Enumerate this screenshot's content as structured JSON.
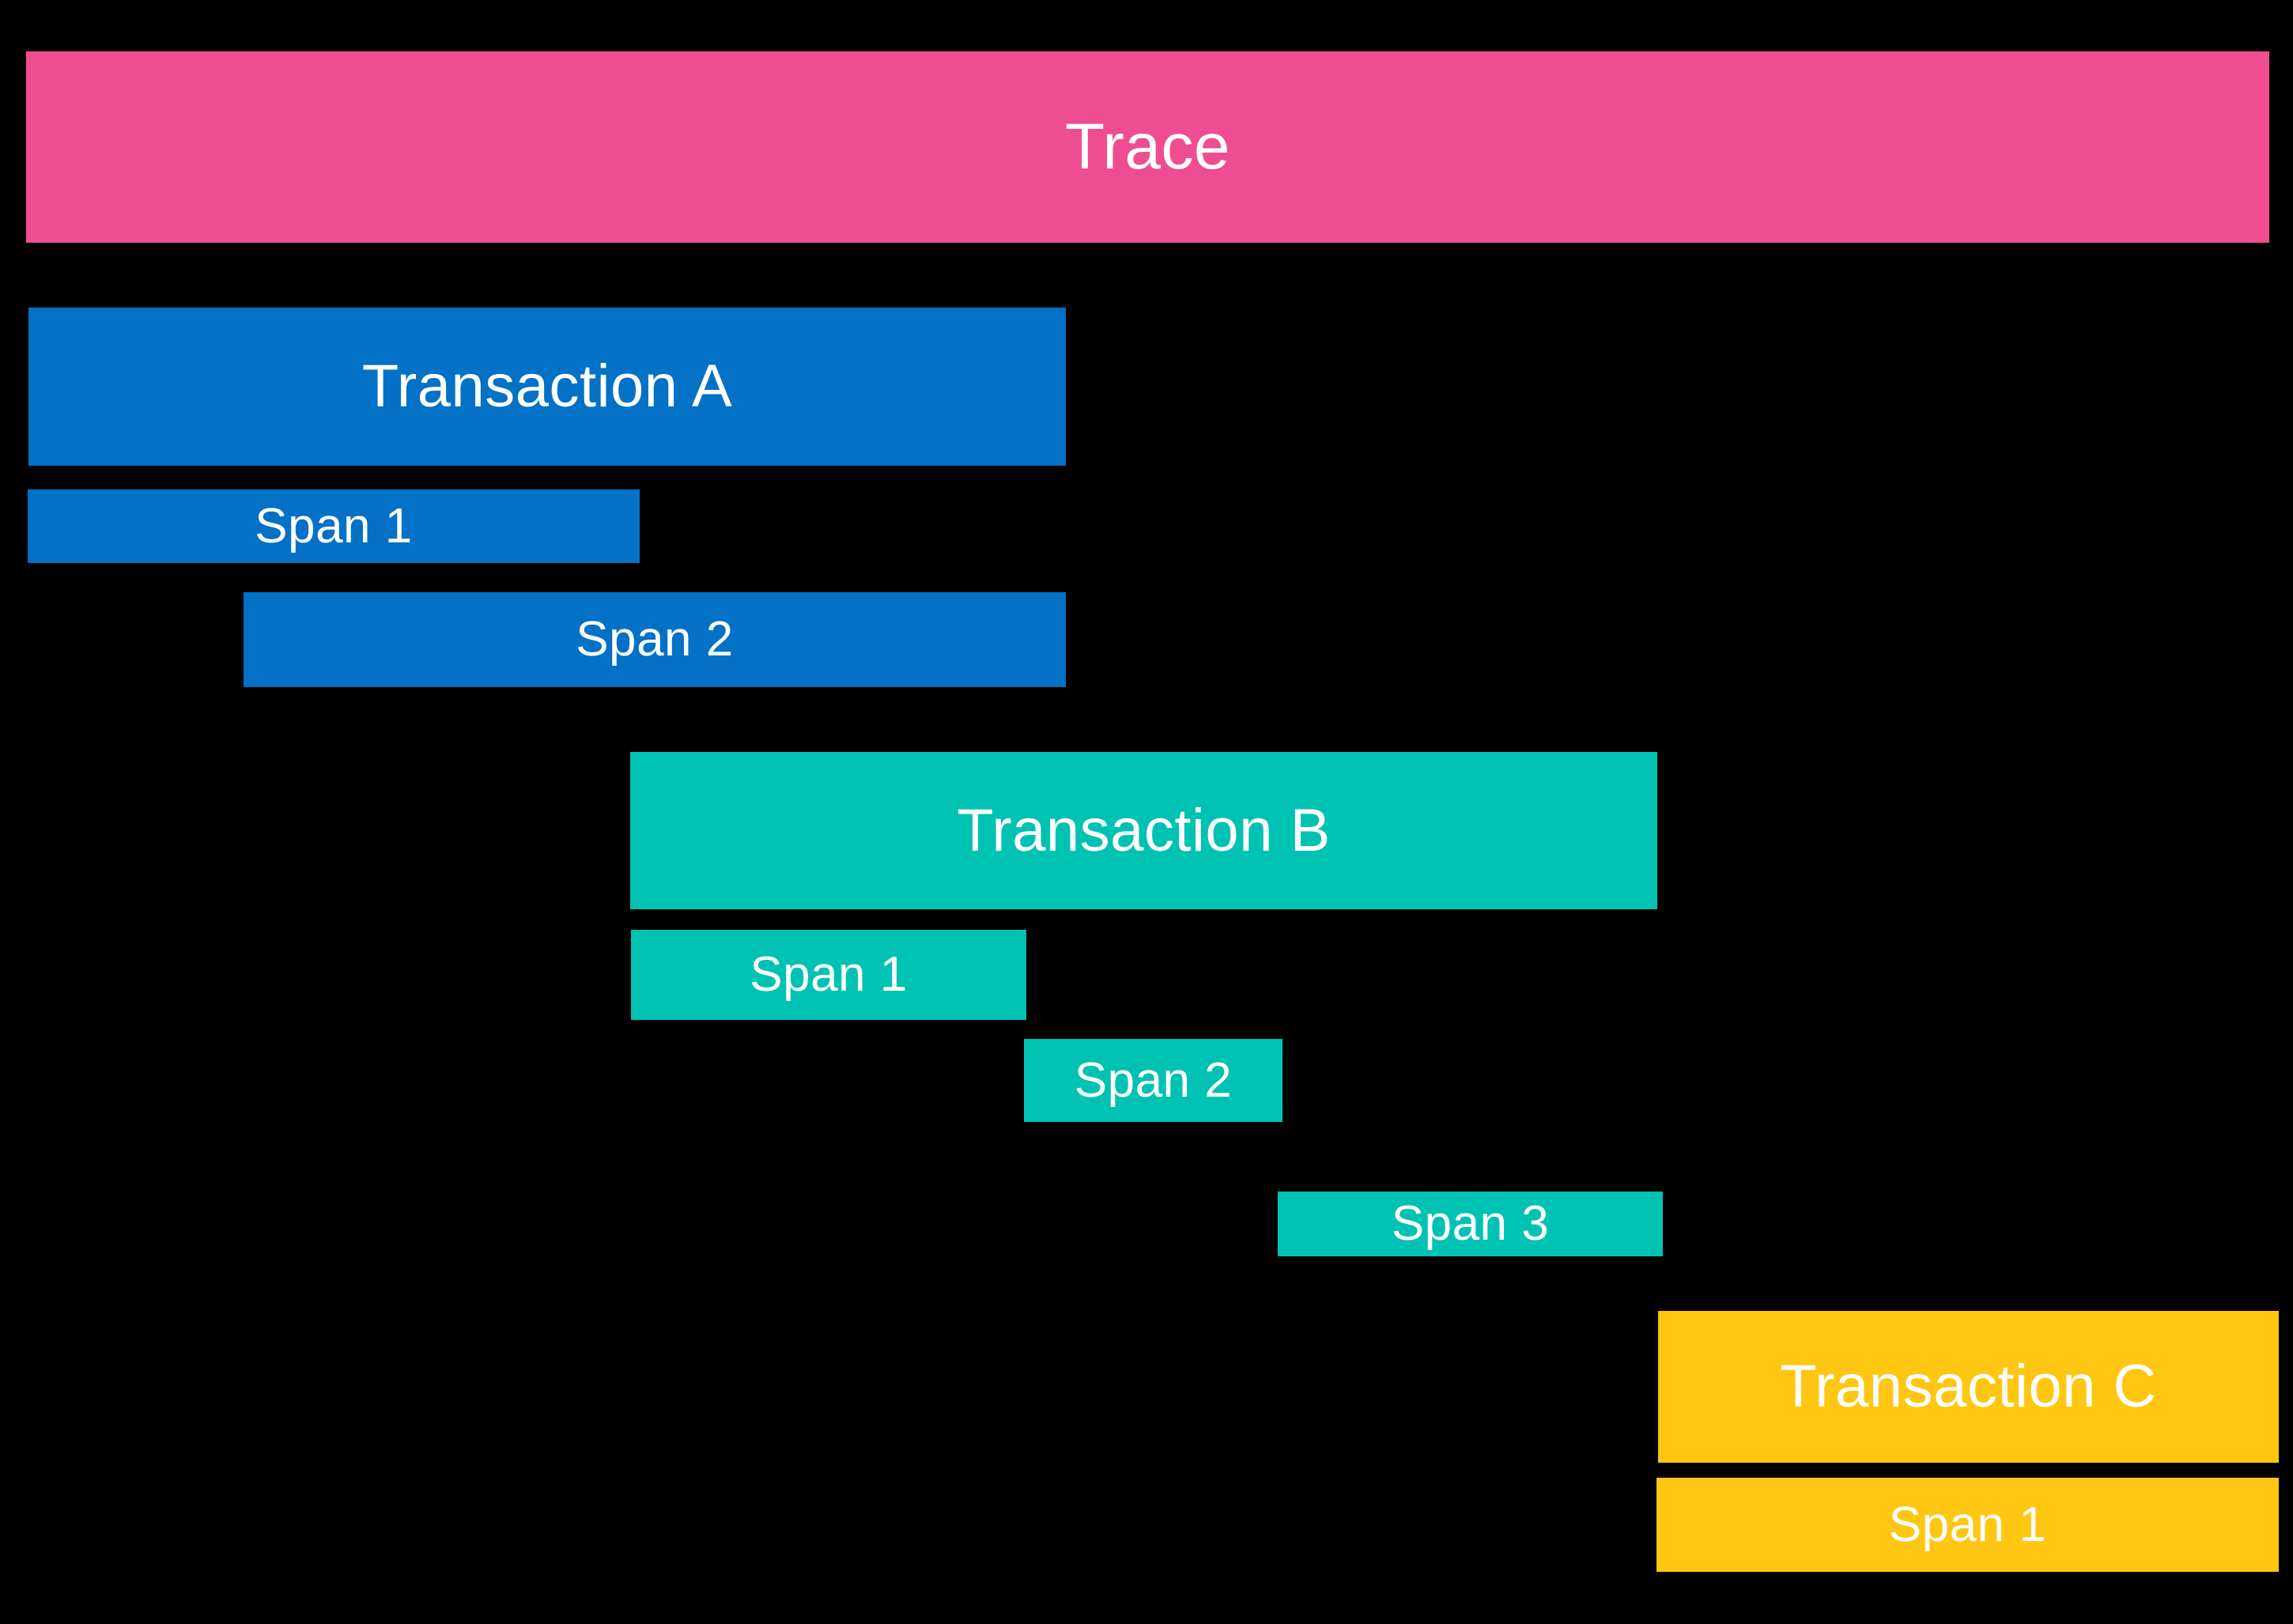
{
  "diagram": {
    "title": "Trace",
    "background_color": "#000000",
    "label_color": "#ffffff",
    "root": {
      "label": "Trace",
      "color": "#ee4e91"
    },
    "transactions": [
      {
        "label": "Transaction A",
        "color": "#0271c6",
        "spans": [
          {
            "label": "Span 1"
          },
          {
            "label": "Span 2"
          }
        ]
      },
      {
        "label": "Transaction B",
        "color": "#00c2b3",
        "spans": [
          {
            "label": "Span 1"
          },
          {
            "label": "Span 2"
          },
          {
            "label": "Span 3"
          }
        ]
      },
      {
        "label": "Transaction C",
        "color": "#ffc713",
        "spans": [
          {
            "label": "Span 1"
          }
        ]
      }
    ]
  }
}
